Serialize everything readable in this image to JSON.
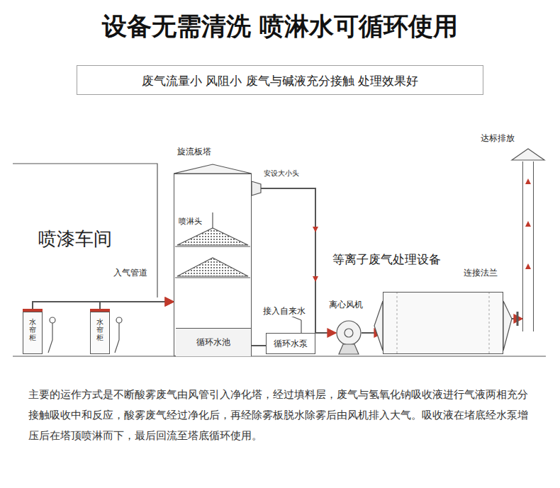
{
  "diagram": {
    "title": "设备无需清洗 喷淋水可循环使用",
    "caption": "主要的运作方式是不断酸雾废气由风管引入净化塔，经过填料层，废气与氢氧化钠吸收液进行气液两相充分接触吸收中和反应，酸雾废气经过净化后，再经除雾板脱水除雾后由风机排入大气。吸收液在堵底经水泵增压后在塔顶喷淋而下，最后回流至塔底循环使用。",
    "nodes": [
      {
        "text": [
          "废气流量小 风阻小 废气与碱液充分接触 处理效果好"
        ]
      },
      {
        "text": [
          "喷漆车间"
        ]
      },
      {
        "text": [
          "水帘柜"
        ],
        "in": 1
      },
      {
        "text": [
          "水帘柜"
        ],
        "in": 1
      },
      {
        "text": [
          "旋流板塔"
        ]
      },
      {
        "text": [
          "循环水池"
        ],
        "in": 4
      },
      {
        "text": [
          "循环水泵"
        ]
      },
      {
        "text": [
          "离心风机"
        ]
      },
      {
        "text": [
          "等离子废气处理设备"
        ]
      },
      {
        "text": [
          "达标排放"
        ]
      }
    ],
    "edges": [
      {
        "from": 2,
        "to": 4,
        "arrow": "to"
      },
      {
        "from": 3,
        "to": 4,
        "label": "入气管道",
        "arrow": "to"
      },
      {
        "from": 4,
        "to": 7,
        "arrow": "to"
      },
      {
        "from": 7,
        "to": 8,
        "arrow": "to"
      },
      {
        "from": 8,
        "to": 9,
        "label": "连接法兰",
        "arrow": "to"
      },
      {
        "from": 6,
        "to": 5,
        "arrow": "none"
      }
    ],
    "labels": [
      "喷淋头",
      "安设大小头",
      "接入自来水"
    ]
  }
}
